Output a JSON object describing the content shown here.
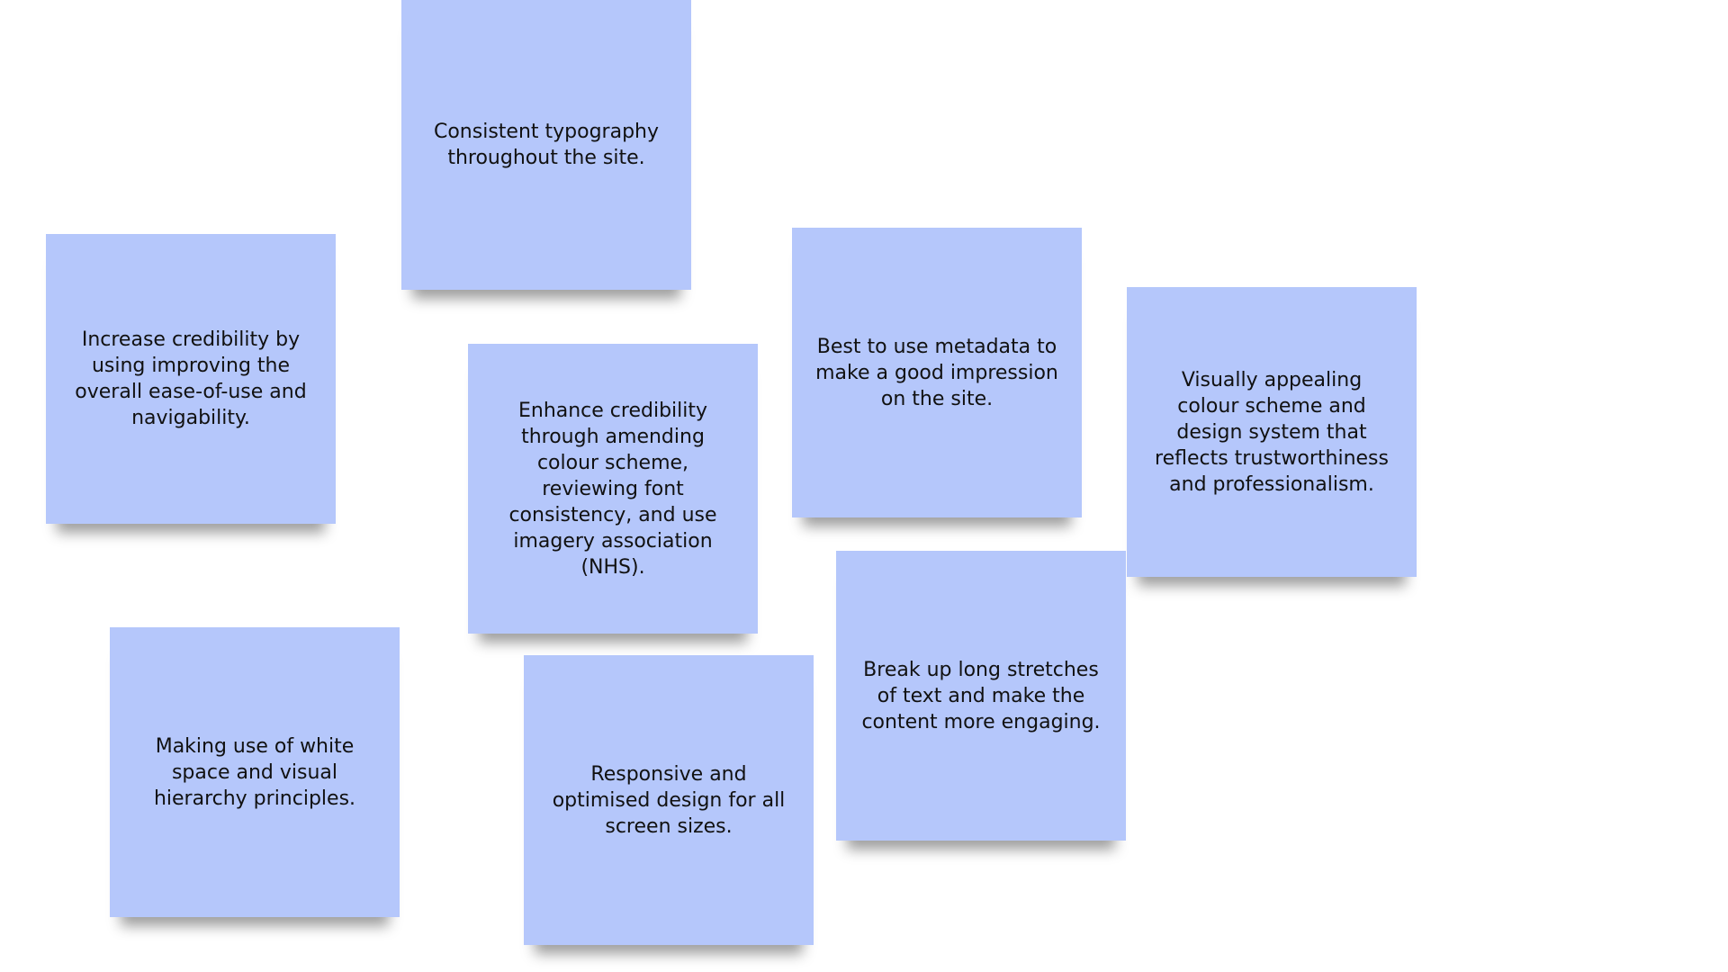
{
  "board": {
    "note_color": "#b5c7fb",
    "notes": [
      {
        "text": "Consistent typography throughout the site."
      },
      {
        "text": "Increase credibility by using improving the overall ease-of-use and navigability."
      },
      {
        "text": "Enhance credibility through amending colour scheme, reviewing font consistency, and use imagery association (NHS)."
      },
      {
        "text": "Best to use metadata to make a good impression on the site."
      },
      {
        "text": "Visually appealing colour scheme and design system that reflects trustworthiness and professionalism."
      },
      {
        "text": "Making use of white space and visual hierarchy principles."
      },
      {
        "text": "Responsive and optimised design for all screen sizes."
      },
      {
        "text": "Break up long stretches of text and make the content more engaging."
      }
    ]
  }
}
